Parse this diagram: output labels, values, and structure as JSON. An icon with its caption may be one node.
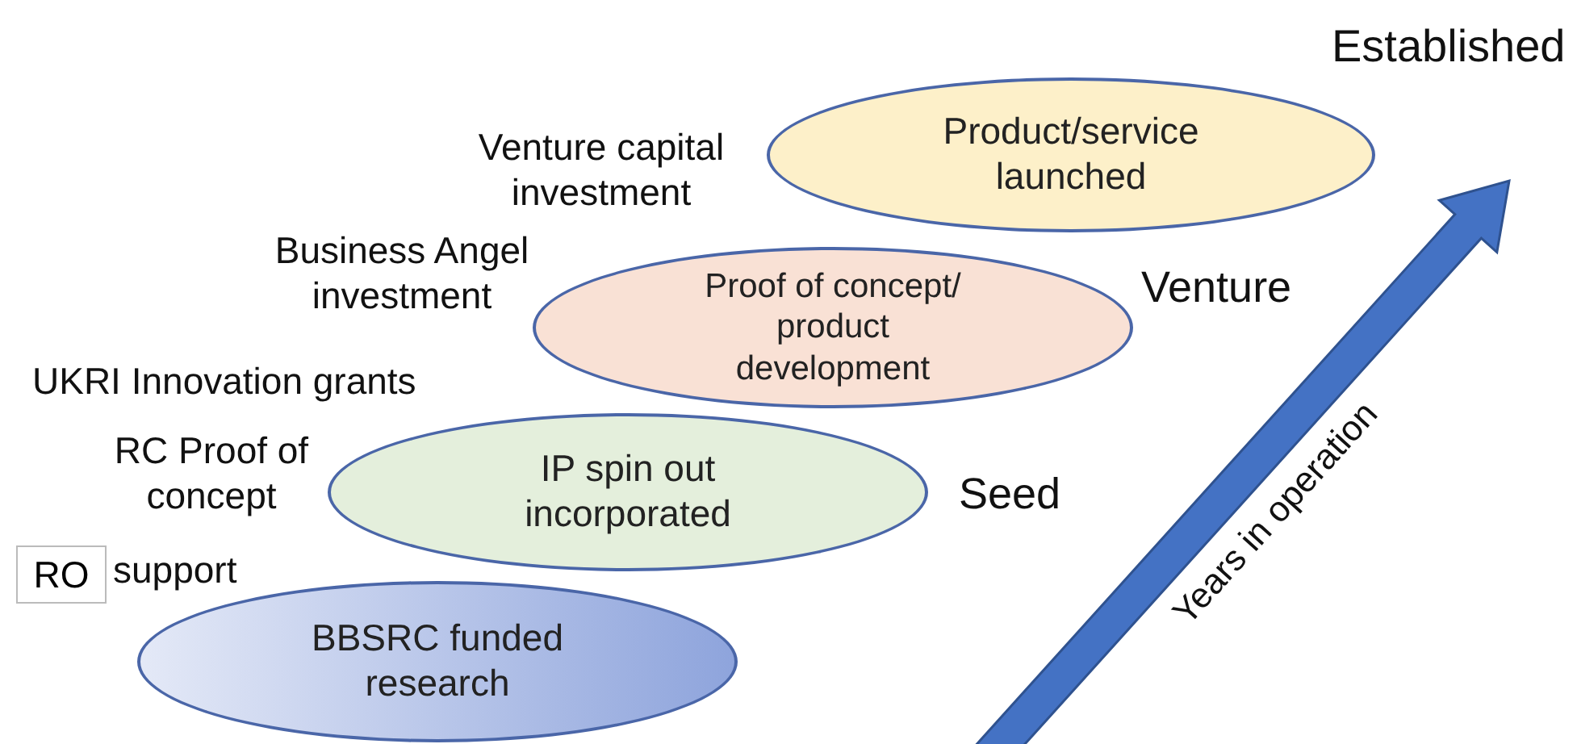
{
  "diagram": {
    "nodes": [
      {
        "text": [
          "BBSRC funded research"
        ]
      },
      {
        "text": [
          "IP spin out incorporated"
        ]
      },
      {
        "text": [
          "Proof of concept/ product development"
        ]
      },
      {
        "text": [
          "Product/service launched"
        ]
      },
      {
        "text": [
          "RO"
        ]
      }
    ],
    "labels": [
      "Established",
      "Venture capital investment",
      "Business Angel investment",
      "Venture",
      "UKRI Innovation grants",
      "Years in operation",
      "RC Proof of concept",
      "Seed",
      "support"
    ]
  }
}
